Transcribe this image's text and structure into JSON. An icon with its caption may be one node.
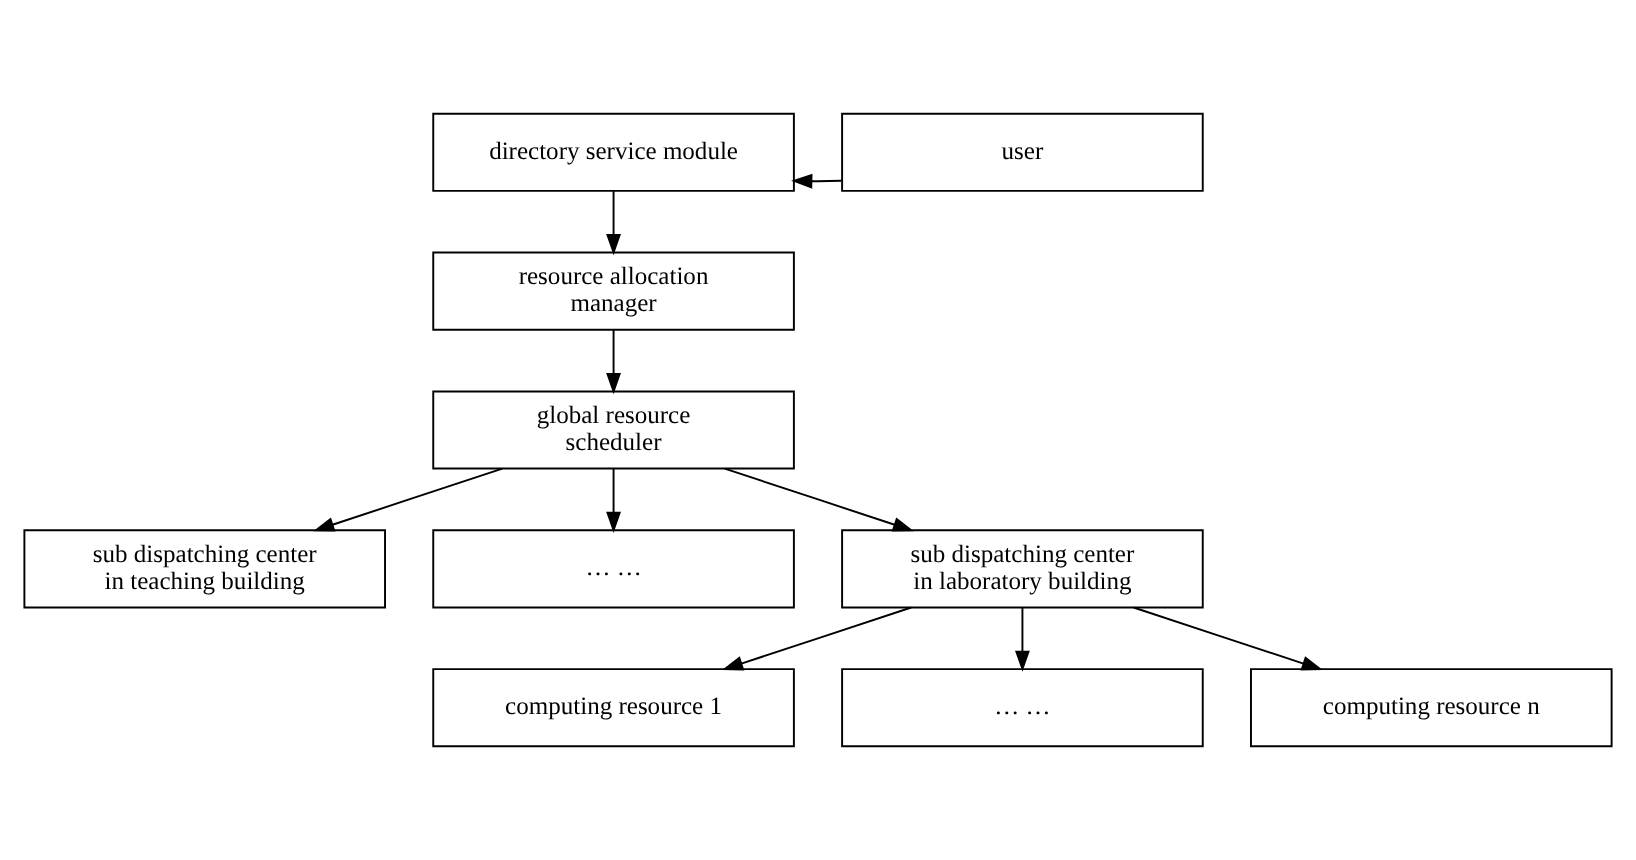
{
  "diagram": {
    "nodes": [
      {
        "text": [
          "directory service module"
        ]
      },
      {
        "text": [
          "user"
        ]
      },
      {
        "text": [
          "resource allocation manager"
        ]
      },
      {
        "text": [
          "global resource scheduler"
        ]
      },
      {
        "text": [
          "sub dispatching center in teaching building"
        ]
      },
      {
        "text": [
          "… …"
        ]
      },
      {
        "text": [
          "sub dispatching center in laboratory building"
        ]
      },
      {
        "text": [
          "computing resource 1"
        ]
      },
      {
        "text": [
          "… …"
        ]
      },
      {
        "text": [
          "computing resource n"
        ]
      }
    ],
    "edges": [
      {
        "from": 1,
        "to": 0,
        "arrow": "to"
      },
      {
        "from": 0,
        "to": 2,
        "arrow": "to"
      },
      {
        "from": 2,
        "to": 3,
        "arrow": "to"
      },
      {
        "from": 3,
        "to": 4,
        "arrow": "to"
      },
      {
        "from": 3,
        "to": 5,
        "arrow": "to"
      },
      {
        "from": 3,
        "to": 6,
        "arrow": "to"
      },
      {
        "from": 6,
        "to": 7,
        "arrow": "to"
      },
      {
        "from": 6,
        "to": 8,
        "arrow": "to"
      },
      {
        "from": 6,
        "to": 9,
        "arrow": "to"
      }
    ]
  }
}
